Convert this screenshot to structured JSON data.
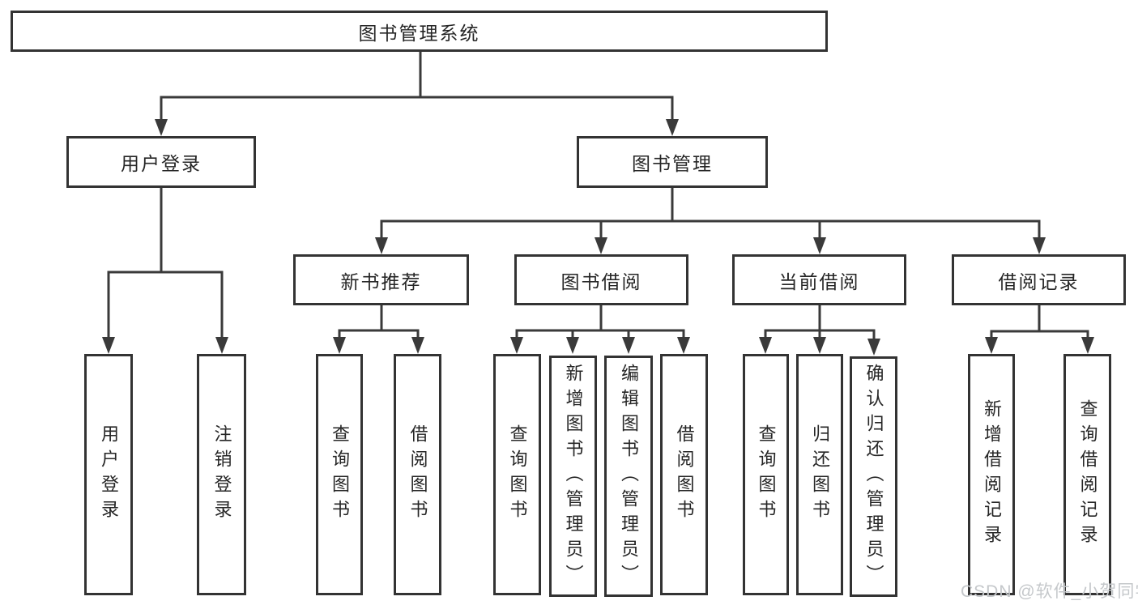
{
  "nodes": {
    "root": "图书管理系统",
    "user_login": "用户登录",
    "book_management": "图书管理",
    "new_book_recommend": "新书推荐",
    "book_borrow": "图书借阅",
    "current_borrow": "当前借阅",
    "borrow_records": "借阅记录",
    "leaf_user_login": "用户登录",
    "leaf_logout": "注销登录",
    "leaf_nb_query": "查询图书",
    "leaf_nb_borrow": "借阅图书",
    "leaf_bb_query": "查询图书",
    "leaf_bb_add": "新增图书（管理员）",
    "leaf_bb_edit": "编辑图书（管理员）",
    "leaf_bb_borrow": "借阅图书",
    "leaf_cb_query": "查询图书",
    "leaf_cb_return": "归还图书",
    "leaf_cb_confirm": "确认归还（管理员）",
    "leaf_br_add": "新增借阅记录",
    "leaf_br_query": "查询借阅记录"
  },
  "watermark": {
    "text": "CSDN @软件_小贺同学"
  },
  "colors": {
    "line": "#3a3a3a",
    "box_border": "#333333",
    "box_fill": "#ffffff",
    "text": "#262626",
    "watermark": "#c5c8cb"
  }
}
